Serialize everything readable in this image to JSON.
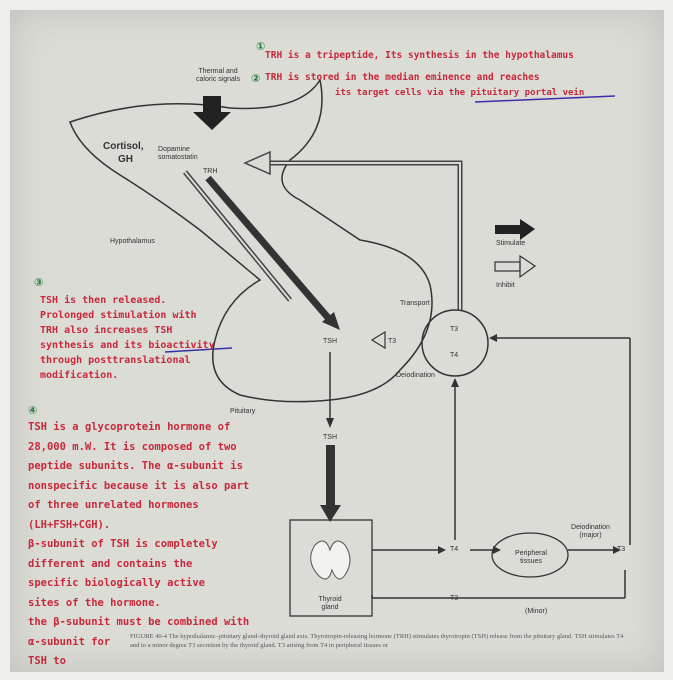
{
  "figure": {
    "labels": {
      "thermal": "Thermal and caloric signals",
      "cortisol": "Cortisol,",
      "gh": "GH",
      "dopamine": "Dopamine somatostatin",
      "trh": "TRH",
      "hypothalamus": "Hypothalamus",
      "pituitary": "Pituitary",
      "tsh": "TSH",
      "tsh_lower": "TSH",
      "t3_ant": "T3",
      "t3_circle": "T3",
      "t4_circle": "T4",
      "transport": "Transport",
      "deiodination": "Deiodination",
      "stimulate": "Stimulate",
      "inhibit": "Inhibit",
      "thyroid": "Thyroid gland",
      "t4_out": "T4",
      "t3_out": "T3",
      "peripheral": "Peripheral tissues",
      "deiodination_major": "Deiodination (major)",
      "t3_right": "T3",
      "minor": "(Minor)"
    },
    "caption": "FIGURE 40-4  The hypothalamic–pituitary gland–thyroid gland axis. Thyrotropin-releasing hormone (TRH) stimulates thyrotropin (TSH) release from the pituitary gland. TSH stimulates T4 and to a minor degree T3 secretion by the thyroid gland. T3 arising from T4 in peripheral tissues or"
  },
  "annotations": {
    "n1": "①",
    "n2": "②",
    "n3": "③",
    "n4": "④",
    "note1": "TRH is a tripeptide, Its synthesis in the hypothalamus",
    "note2": "TRH is stored in the median eminence and reaches",
    "note2b": "its target cells via the pituitary portal vein",
    "note3": [
      "TSH is then released.",
      "Prolonged stimulation with",
      "TRH also increases TSH",
      "synthesis and its bioactivity",
      "through posttranslational",
      "modification."
    ],
    "note4": [
      "TSH is a glycoprotein hormone of",
      "28,000 m.W. It is composed of two",
      "peptide subunits. The α-subunit is",
      "nonspecific because it is also part",
      "of three unrelated hormones",
      "(LH+FSH+CGH).",
      "β-subunit of TSH is completely",
      "different and contains the",
      "specific biologically active",
      "sites of the hormone.",
      "the β-subunit must be combined with",
      "α-subunit for",
      "TSH to"
    ]
  },
  "colors": {
    "ink_red": "#c8283a",
    "ink_blue": "#3a2fa8",
    "ink_green": "#1f7a3a"
  }
}
